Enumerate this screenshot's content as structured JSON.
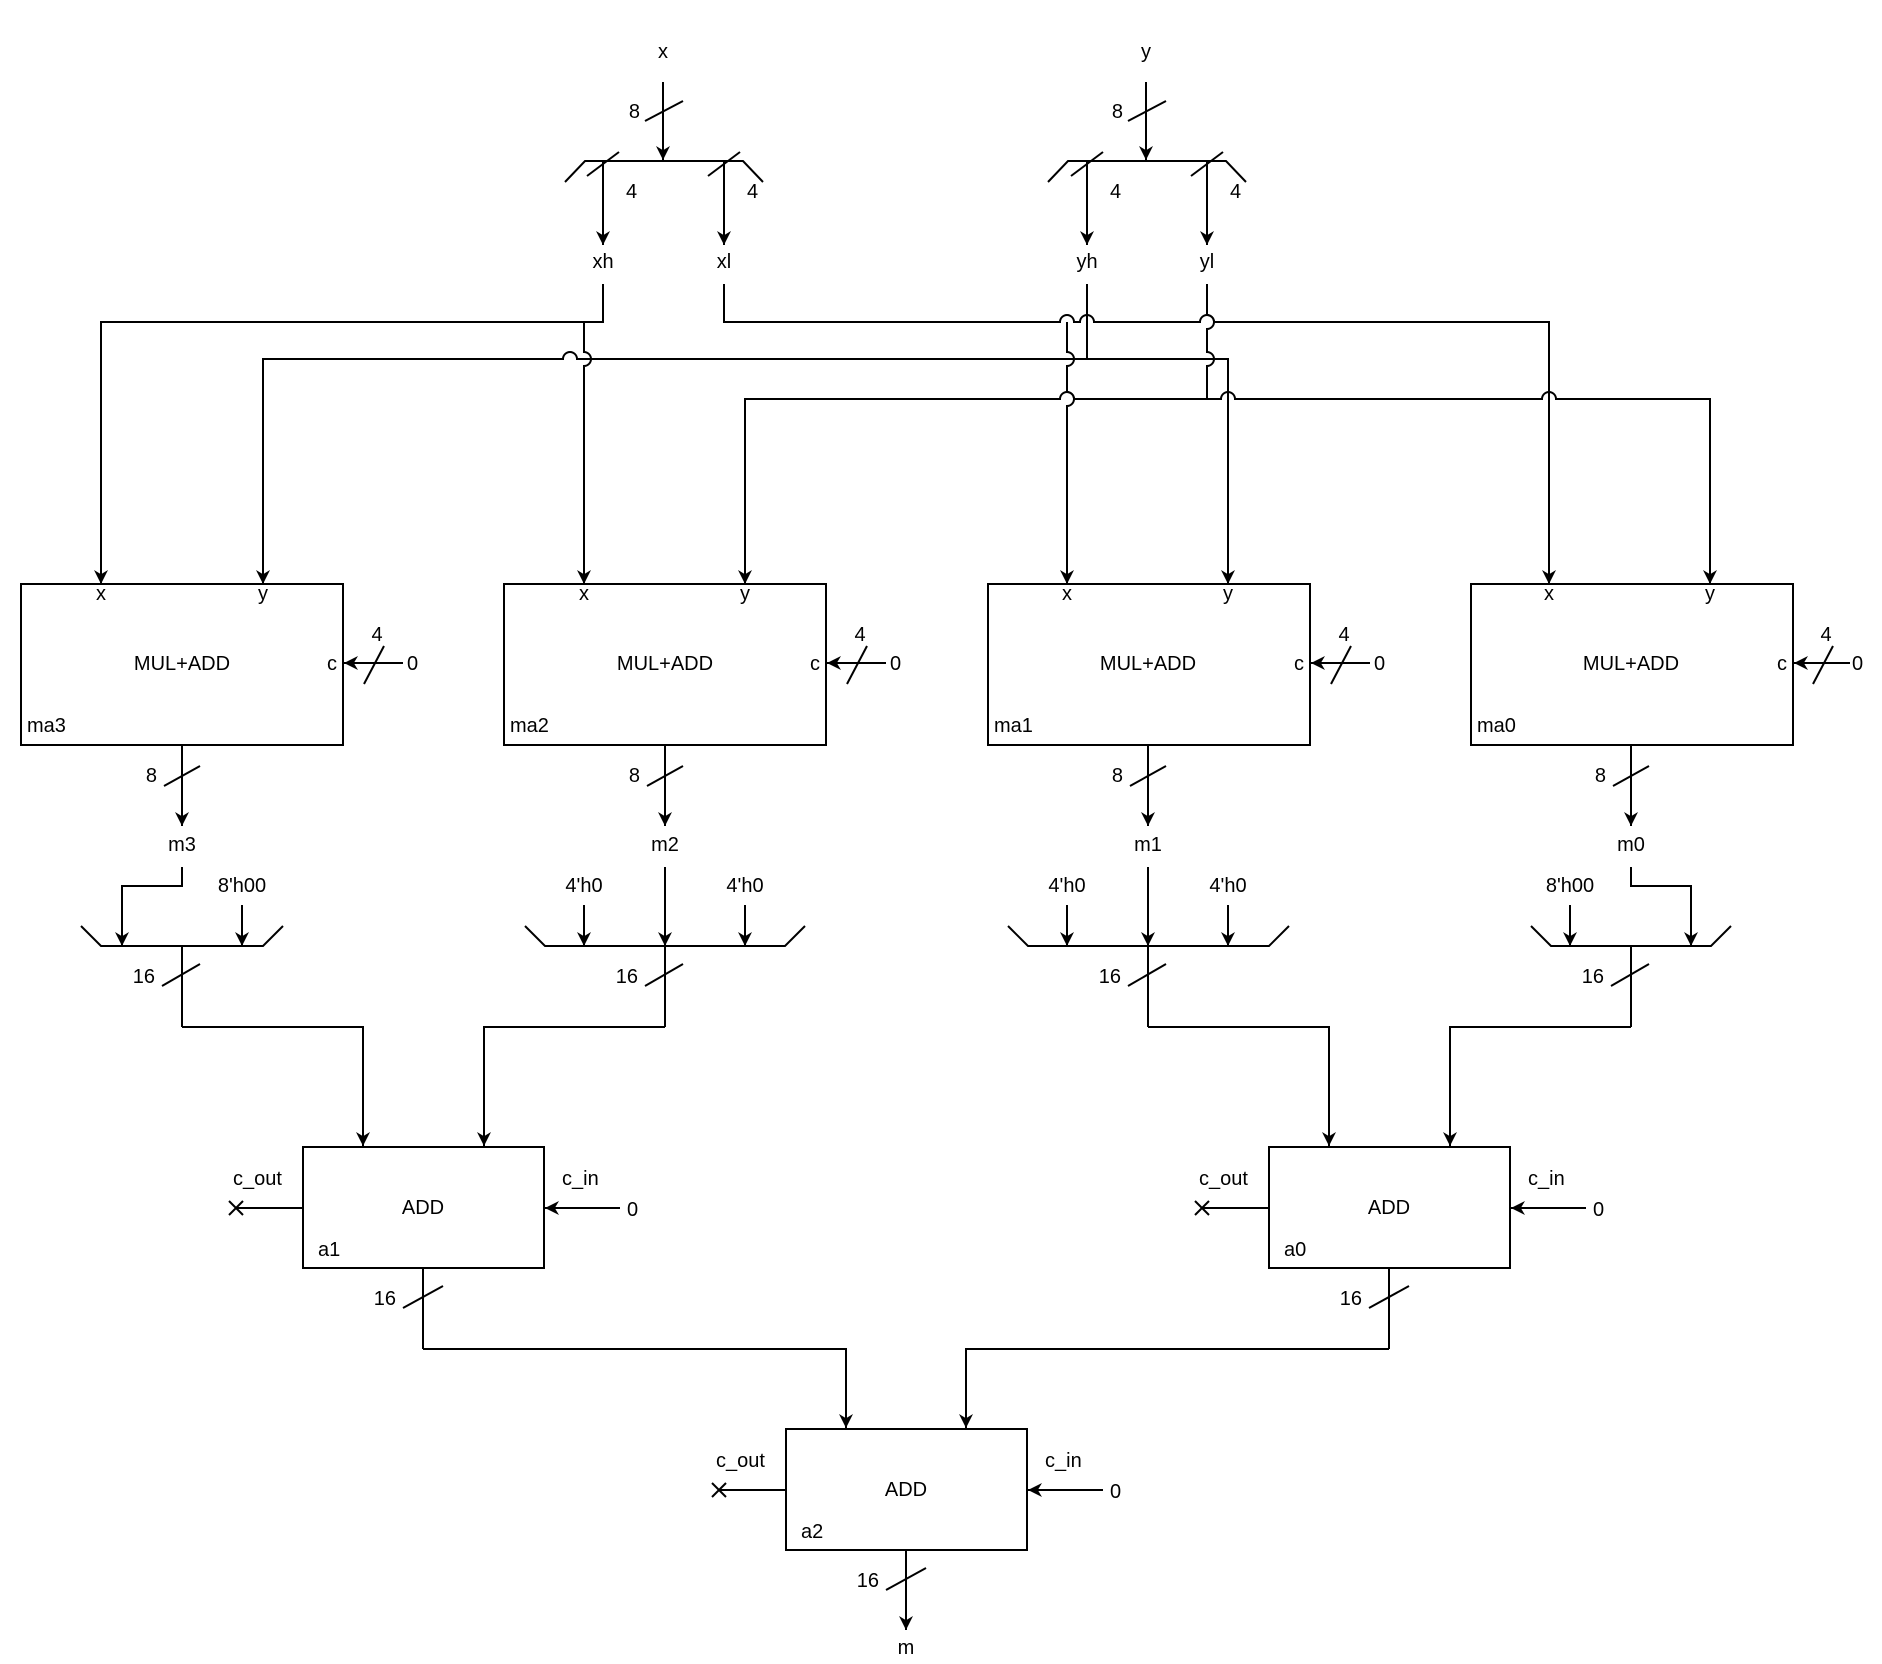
{
  "inputs": {
    "x": "x",
    "y": "y"
  },
  "splits": {
    "x": {
      "in_width": "8",
      "out_width_hi": "4",
      "out_width_lo": "4",
      "hi": "xh",
      "lo": "xl"
    },
    "y": {
      "in_width": "8",
      "out_width_hi": "4",
      "out_width_lo": "4",
      "hi": "yh",
      "lo": "yl"
    }
  },
  "mul_add": [
    {
      "id": "ma3",
      "title": "MUL+ADD",
      "port_x": "x",
      "port_y": "y",
      "port_c": "c",
      "c_width": "4",
      "c_value": "0",
      "out_width": "8",
      "out": "m3"
    },
    {
      "id": "ma2",
      "title": "MUL+ADD",
      "port_x": "x",
      "port_y": "y",
      "port_c": "c",
      "c_width": "4",
      "c_value": "0",
      "out_width": "8",
      "out": "m2"
    },
    {
      "id": "ma1",
      "title": "MUL+ADD",
      "port_x": "x",
      "port_y": "y",
      "port_c": "c",
      "c_width": "4",
      "c_value": "0",
      "out_width": "8",
      "out": "m1"
    },
    {
      "id": "ma0",
      "title": "MUL+ADD",
      "port_x": "x",
      "port_y": "y",
      "port_c": "c",
      "c_width": "4",
      "c_value": "0",
      "out_width": "8",
      "out": "m0"
    }
  ],
  "merges": [
    {
      "consts": [
        "8'h00"
      ],
      "out_width": "16"
    },
    {
      "consts": [
        "4'h0",
        "4'h0"
      ],
      "out_width": "16"
    },
    {
      "consts": [
        "4'h0",
        "4'h0"
      ],
      "out_width": "16"
    },
    {
      "consts": [
        "8'h00"
      ],
      "out_width": "16"
    }
  ],
  "adders": [
    {
      "id": "a1",
      "title": "ADD",
      "c_out": "c_out",
      "c_in": "c_in",
      "c_in_value": "0",
      "out_width": "16"
    },
    {
      "id": "a0",
      "title": "ADD",
      "c_out": "c_out",
      "c_in": "c_in",
      "c_in_value": "0",
      "out_width": "16"
    },
    {
      "id": "a2",
      "title": "ADD",
      "c_out": "c_out",
      "c_in": "c_in",
      "c_in_value": "0",
      "out_width": "16"
    }
  ],
  "output": "m"
}
